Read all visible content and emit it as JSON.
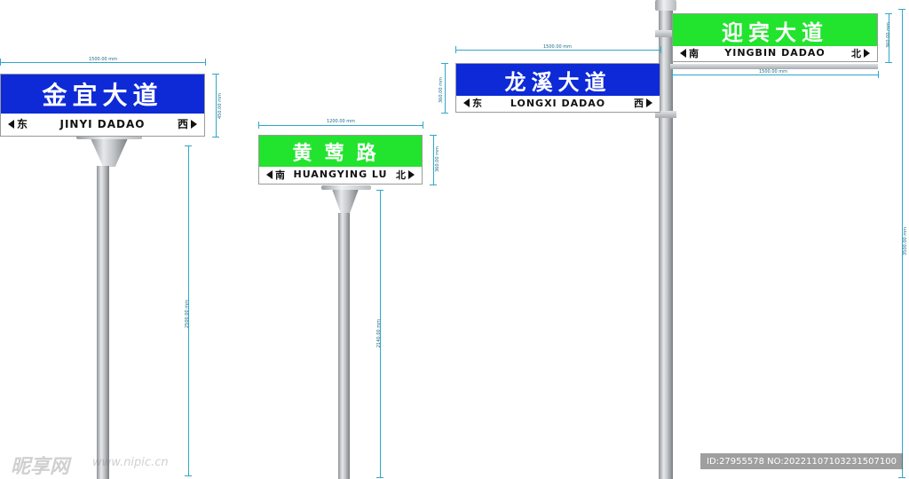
{
  "signs": [
    {
      "id": "jinyi",
      "title": "金宜大道",
      "left_dir": "东",
      "road": "JINYI DADAO",
      "right_dir": "西",
      "color": "#0d2ad6",
      "width_dim": "1500.00 mm",
      "height_dim": "450.00 mm",
      "pole_dim": "2500.00 mm"
    },
    {
      "id": "huangying",
      "title": "黄莺路",
      "left_dir": "南",
      "road": "HUANGYING LU",
      "right_dir": "北",
      "color": "#22e42e",
      "width_dim": "1200.00 mm",
      "height_dim": "360.00 mm",
      "pole_dim": "2140.00 mm"
    },
    {
      "id": "longxi",
      "title": "龙溪大道",
      "left_dir": "东",
      "road": "LONGXI DADAO",
      "right_dir": "西",
      "color": "#0d2ad6",
      "width_dim": "1500.00 mm",
      "height_dim": "360.00 mm"
    },
    {
      "id": "yingbin",
      "title": "迎宾大道",
      "left_dir": "南",
      "road": "YINGBIN DADAO",
      "right_dir": "北",
      "color": "#22e42e",
      "width_dim": "1500.00 mm",
      "height_dim": "360.00 mm",
      "pole_dim": "3500.00 mm"
    }
  ],
  "watermark": {
    "brand": "昵享网",
    "url": "www.nipic.cn",
    "id_text": "ID:27955578 NO:20221107103231507100"
  }
}
